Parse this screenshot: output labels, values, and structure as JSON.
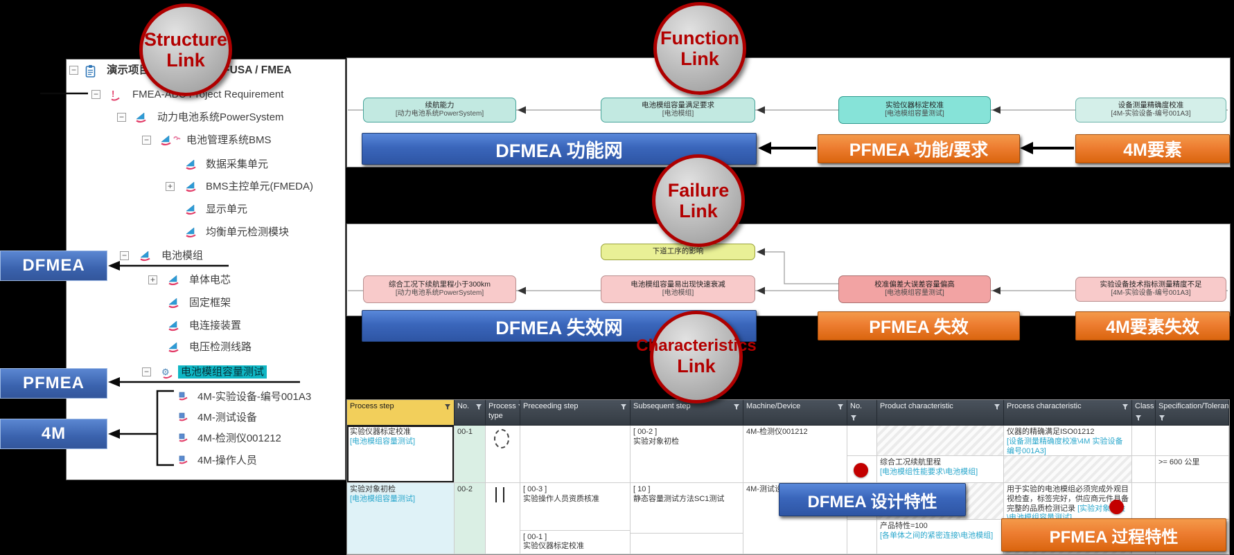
{
  "tree": {
    "title": "演示项目D-PFMEA and FUSA / FMEA",
    "items": [
      {
        "label": "FMEA-ABC Project Requirement",
        "icon": "alert-icon",
        "expander": "minus"
      },
      {
        "label": "动力电池系统PowerSystem",
        "icon": "system-element-icon",
        "expander": "minus"
      },
      {
        "label": "电池管理系统BMS",
        "icon": "system-element-link-icon",
        "expander": "minus"
      },
      {
        "label": "数据采集单元",
        "icon": "system-element-icon",
        "expander": "none"
      },
      {
        "label": "BMS主控单元(FMEDA)",
        "icon": "system-element-icon",
        "expander": "plus"
      },
      {
        "label": "显示单元",
        "icon": "system-element-icon",
        "expander": "none"
      },
      {
        "label": "均衡单元检测模块",
        "icon": "system-element-icon",
        "expander": "none"
      },
      {
        "label": "电池模组",
        "icon": "system-element-icon",
        "expander": "minus"
      },
      {
        "label": "单体电芯",
        "icon": "system-element-icon",
        "expander": "plus"
      },
      {
        "label": "固定框架",
        "icon": "system-element-icon",
        "expander": "none"
      },
      {
        "label": "电连接装置",
        "icon": "system-element-icon",
        "expander": "none"
      },
      {
        "label": "电压检测线路",
        "icon": "system-element-icon",
        "expander": "none"
      },
      {
        "label": "电池模组容量测试",
        "icon": "process-gear-icon",
        "expander": "minus",
        "highlighted": true
      },
      {
        "label": "4M-实验设备-编号001A3",
        "icon": "4m-element-icon",
        "expander": "none"
      },
      {
        "label": "4M-测试设备",
        "icon": "4m-element-icon",
        "expander": "none"
      },
      {
        "label": "4M-检测仪001212",
        "icon": "4m-element-icon",
        "expander": "none"
      },
      {
        "label": "4M-操作人员",
        "icon": "4m-element-icon",
        "expander": "none"
      }
    ]
  },
  "side_labels": {
    "dfmea": "DFMEA",
    "pfmea": "PFMEA",
    "four_m": "4M"
  },
  "badges": {
    "structure": {
      "line1": "Structure",
      "line2": "Link"
    },
    "function": {
      "line1": "Function",
      "line2": "Link"
    },
    "failure": {
      "line1": "Failure",
      "line2": "Link"
    },
    "characteristics": {
      "line1": "Characteristics",
      "line2": "Link"
    }
  },
  "function_net": {
    "boxes": [
      {
        "name": "续航能力",
        "location": "[动力电池系统PowerSystem]"
      },
      {
        "name": "电池模组容量满足要求",
        "location": "[电池模组]"
      },
      {
        "name": "实验仪器标定校准",
        "location": "[电池模组容量测试]"
      },
      {
        "name": "设备测量精确度校准",
        "location": "[4M-实验设备-编号001A3]"
      }
    ]
  },
  "failure_net": {
    "effect": "下道工序的影响",
    "boxes": [
      {
        "name": "综合工况下续航里程小于300km",
        "location": "[动力电池系统PowerSystem]"
      },
      {
        "name": "电池模组容量易出现快速衰减",
        "location": "[电池模组]"
      },
      {
        "name": "校准偏差大误差容量偏高",
        "location": "[电池模组容量测试]"
      },
      {
        "name": "实验设备技术指标测量精度不足",
        "location": "[4M-实验设备-编号001A3]"
      }
    ]
  },
  "banners": {
    "function_dfmea": "DFMEA 功能网",
    "function_pfmea": "PFMEA 功能/要求",
    "function_4m": "4M要素",
    "failure_dfmea": "DFMEA 失效网",
    "failure_pfmea": "PFMEA 失效",
    "failure_4m": "4M要素失效",
    "design_char": "DFMEA 设计特性",
    "process_char": "PFMEA 过程特性"
  },
  "table": {
    "headers": [
      "Process step",
      "No.",
      "Process type",
      "Preceeding step",
      "Subsequent step",
      "Machine/Device",
      "No.",
      "Product characteristic",
      "Process characteristic",
      "Class",
      "Specification/Tolerance"
    ],
    "row1": {
      "step": "实验仪器标定校准",
      "step_location": "[电池模组容量测试]",
      "no": "00-1",
      "subsequent_ref": "[ 00-2 ]",
      "subsequent": "实验对象初检",
      "machine": "4M-检测仪001212",
      "process_char": "仪器的精确满足ISO01212",
      "process_char_link": "[设备测量精确度校准\\4M 实验设备 编号001A3]",
      "product_char": "综合工况续航里程",
      "product_char_link": "[电池模组性能要求\\电池模组]",
      "specification": ">= 600 公里"
    },
    "row2": {
      "step": "实验对象初检",
      "step_location": "[电池模组容量测试]",
      "no": "00-2",
      "preceding1_ref": "[ 00-3 ]",
      "preceding1": "实验操作人员资质核准",
      "preceding2_ref": "[ 00-1 ]",
      "preceding2": "实验仪器标定校准",
      "subsequent_ref": "[ 10 ]",
      "subsequent": "静态容量测试方法SC1测试",
      "machine": "4M-测试设备",
      "process_char": "用于实验的电池模组必须完成外观目视检查，标签完好，供应商元件具备完整的品质检测记录",
      "process_char_link": "[实验对象初检\\电池模组容量测试]",
      "product_char": "产品特性=100",
      "product_char_link": "[各单体之间的紧密连接\\电池模组]"
    }
  },
  "colors": {
    "accent_blue": "#3a66bb",
    "accent_orange": "#ed7d31",
    "highlight_teal": "#0fb6c4",
    "annotation_red": "#b30000",
    "link_cyan": "#2aa7cc"
  }
}
